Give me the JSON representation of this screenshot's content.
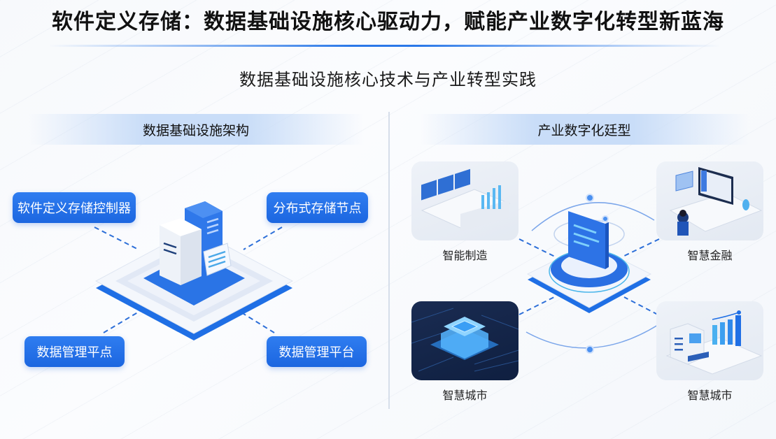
{
  "header": {
    "title": "软件定义存储：数据基础设施核心驱动力，赋能产业数字化转型新蓝海",
    "subtitle": "数据基础设施核心技术与产业转型实践"
  },
  "left_section": {
    "title": "数据基础设施架构",
    "center_icon": "storage-server-platform-icon",
    "nodes": [
      {
        "label": "软件定义存储控制器",
        "position": "top-left"
      },
      {
        "label": "分布式存储节点",
        "position": "top-right"
      },
      {
        "label": "数据管理平点",
        "position": "bottom-left"
      },
      {
        "label": "数据管理平台",
        "position": "bottom-right"
      }
    ]
  },
  "right_section": {
    "title": "产业数字化廷型",
    "center_icon": "data-hub-platform-icon",
    "cards": [
      {
        "label": "智能制造",
        "icon": "control-room-icon",
        "position": "top-left"
      },
      {
        "label": "智慧金融",
        "icon": "workstation-icon",
        "position": "top-right"
      },
      {
        "label": "智慧城市",
        "icon": "chip-icon",
        "position": "bottom-left"
      },
      {
        "label": "智慧城市",
        "icon": "analytics-server-icon",
        "position": "bottom-right"
      }
    ]
  },
  "colors": {
    "accent": "#1f6fe5",
    "accent_light": "#c9ddf8",
    "divider": "#d6deea",
    "text": "#111111"
  }
}
